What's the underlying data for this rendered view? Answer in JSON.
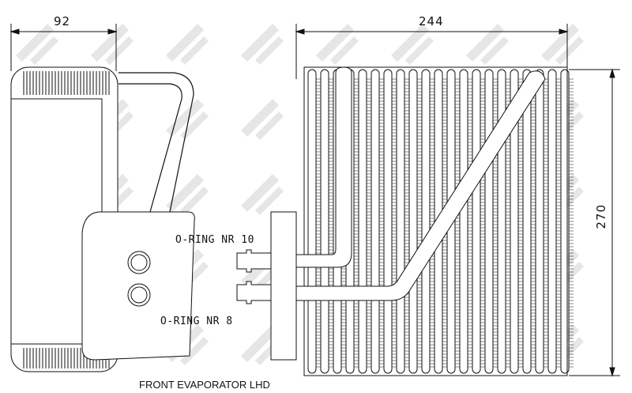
{
  "dimensions": {
    "side_width": "92",
    "front_width": "244",
    "front_height": "270"
  },
  "labels": {
    "oring_upper": "O-RING NR 10",
    "oring_lower": "O-RING NR 8"
  },
  "caption": "FRONT EVAPORATOR LHD",
  "watermark": "NRF",
  "colors": {
    "line": "#111111",
    "watermark": "#e6e6e6"
  }
}
